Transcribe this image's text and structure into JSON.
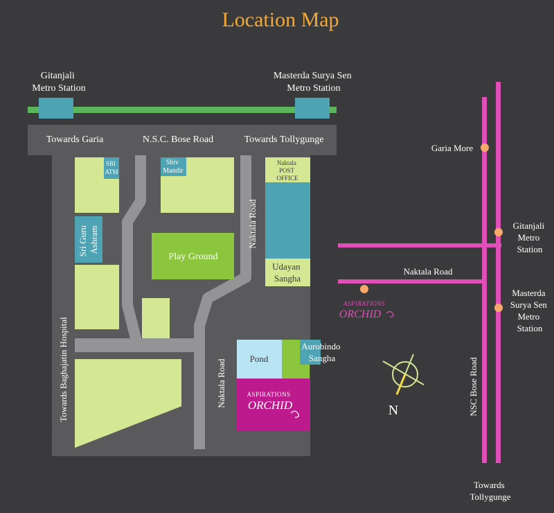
{
  "title": "Location Map",
  "colors": {
    "background": "#3a3a3c",
    "road": "#5a5a5c",
    "inner_road": "#949496",
    "block_green": "#d4e894",
    "playground": "#8cc63f",
    "teal": "#4ea3b4",
    "rail_green": "#5bb55b",
    "pond": "#b8e4f4",
    "orchid": "#bd1a8d",
    "magenta": "#e04fb8",
    "marker": "#f6a96a",
    "title": "#f2a93b"
  },
  "stations": {
    "gitanjali": [
      "Gitanjali",
      "Metro Station"
    ],
    "masterda": [
      "Masterda Surya Sen",
      "Metro Station"
    ]
  },
  "roads": {
    "towards_garia": "Towards Garia",
    "nsc_bose": "N.S.C. Bose Road",
    "towards_tollygunge": "Towards Tollygunge",
    "naktala_upper": "Naktala Road",
    "naktala_lower": "Naktala Road",
    "baghajatin": "Towards Baghajatin Hospital"
  },
  "places": {
    "sbi": [
      "SBI",
      "ATM"
    ],
    "shiv": [
      "Shiv",
      "Mandir"
    ],
    "post": [
      "Naktala",
      "POST",
      "OFFICE"
    ],
    "sri_guru": [
      "Sri Guru",
      "Ashram"
    ],
    "playground": "Play Ground",
    "udayan": [
      "Udayan",
      "Sangha"
    ],
    "pond": "Pond",
    "aurobindo": [
      "Aurobindo",
      "Sangha"
    ]
  },
  "brand": {
    "top": "ASPIRATIONS",
    "name": "ORCHID"
  },
  "inset": {
    "garia_more": "Garia More",
    "gitanjali": [
      "Gitanjali",
      "Metro",
      "Station"
    ],
    "naktala": "Naktala Road",
    "masterda": [
      "Masterda",
      "Surya Sen",
      "Metro",
      "Station"
    ],
    "nsc": "NSC Bose Road",
    "towards": [
      "Towards",
      "Tollygunge"
    ]
  },
  "compass": {
    "north": "N"
  }
}
